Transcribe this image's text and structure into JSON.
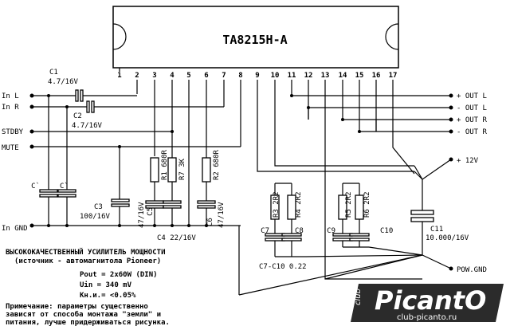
{
  "chip": {
    "name": "TA8215H-A"
  },
  "pins": [
    "1",
    "2",
    "3",
    "4",
    "5",
    "6",
    "7",
    "8",
    "9",
    "10",
    "11",
    "12",
    "13",
    "14",
    "15",
    "16",
    "17"
  ],
  "inputs": {
    "in_l": "In L",
    "in_r": "In R",
    "stdby": "STDBY",
    "mute": "MUTE",
    "in_gnd": "In GND"
  },
  "outputs": {
    "out_l_plus": "+ OUT L",
    "out_l_minus": "- OUT L",
    "out_r_plus": "+ OUT R",
    "out_r_minus": "- OUT R",
    "supply": "+ 12V",
    "pow_gnd": "POW.GND"
  },
  "components": {
    "c1": "C1",
    "c1_val": "4.7/16V",
    "c2": "C2",
    "c2_val": "4.7/16V",
    "c_prime_1": "C`",
    "c_prime_2": "C`",
    "c3": "C3",
    "c3_val": "100/16V",
    "c5": "C5",
    "c5_val": "47/16V",
    "c4_label": "C4 22/16V",
    "c6": "C6",
    "c6_val": "47/16V",
    "r1": "R1 680R",
    "r7": "R7 3K",
    "r2": "R2 680R",
    "r3": "R3 2R2",
    "r4": "R4 2R2",
    "r5": "R5 2R2",
    "r6": "R6 2R2",
    "c7": "C7",
    "c8": "C8",
    "c9": "C9",
    "c10": "C10",
    "c7_c10_label": "C7-C10 0.22",
    "c11": "C11",
    "c11_val": "10.000/16V"
  },
  "notes": {
    "title": "ВЫСОКОКАЧЕСТВЕННЫЙ УСИЛИТЕЛЬ МОЩНОСТИ",
    "subtitle": "(источник - автомагнитола Pioneer)",
    "pout": "Pout = 2x60W (DIN)",
    "uin": "Uin  = 340 mV",
    "thd": "Кн.и.= <0.05%",
    "remark_1": "Примечание: параметры существенно",
    "remark_2": "зависят от способа монтажа \"земли\" и",
    "remark_3": "питания, лучше придерживаться рисунка."
  },
  "watermark": {
    "club": "club",
    "brand": "PicantO",
    "url": "club-picanto.ru"
  }
}
